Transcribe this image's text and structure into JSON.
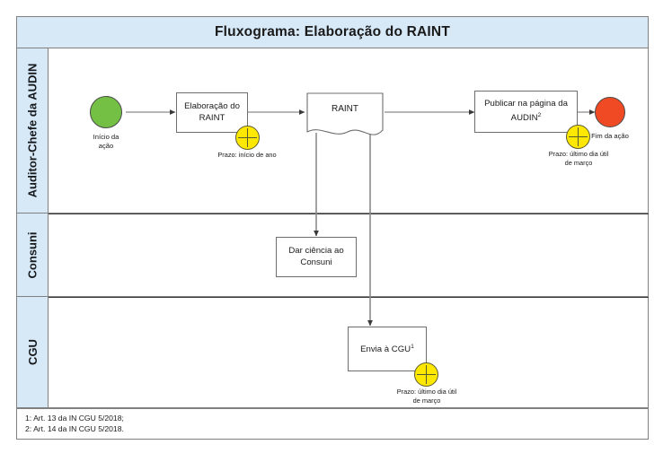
{
  "diagram": {
    "title": "Fluxograma: Elaboração do RAINT",
    "type": "bpmn-flowchart-swimlane",
    "colors": {
      "lane_header_fill": "#d7e8f7",
      "start_event": "#74c044",
      "end_event": "#f04a24",
      "timer_event": "#ffe800",
      "border": "#808080"
    }
  },
  "lanes": [
    {
      "id": "audin",
      "label": "Auditor-Chefe da AUDIN"
    },
    {
      "id": "consuni",
      "label": "Consuni"
    },
    {
      "id": "cgu",
      "label": "CGU"
    }
  ],
  "nodes": {
    "start": {
      "kind": "start-event",
      "caption": "Início da\nação",
      "lane": "audin"
    },
    "elaboracao": {
      "kind": "task",
      "label": "Elaboração do RAINT",
      "lane": "audin",
      "timer": "Prazo: início de ano"
    },
    "raint_doc": {
      "kind": "document",
      "label": "RAINT",
      "lane": "audin"
    },
    "publicar": {
      "kind": "task",
      "label_main": "Publicar na página da AUDIN",
      "label_sup": "2",
      "lane": "audin",
      "timer": "Prazo: último dia útil\nde março"
    },
    "end": {
      "kind": "end-event",
      "caption": "Fim da ação",
      "lane": "audin"
    },
    "dar_ciencia": {
      "kind": "task",
      "label": "Dar ciência ao Consuni",
      "lane": "consuni"
    },
    "envia_cgu": {
      "kind": "task",
      "label_main": "Envia à CGU",
      "label_sup": "1",
      "lane": "cgu",
      "timer": "Prazo: último dia útil\nde março"
    }
  },
  "flows": [
    {
      "from": "start",
      "to": "elaboracao"
    },
    {
      "from": "elaboracao",
      "to": "raint_doc"
    },
    {
      "from": "raint_doc",
      "to": "publicar"
    },
    {
      "from": "publicar",
      "to": "end"
    },
    {
      "from": "raint_doc",
      "to": "dar_ciencia"
    },
    {
      "from": "raint_doc",
      "to": "envia_cgu"
    }
  ],
  "footnotes": [
    "1: Art. 13 da IN CGU 5/2018;",
    "2: Art. 14 da IN CGU 5/2018."
  ]
}
